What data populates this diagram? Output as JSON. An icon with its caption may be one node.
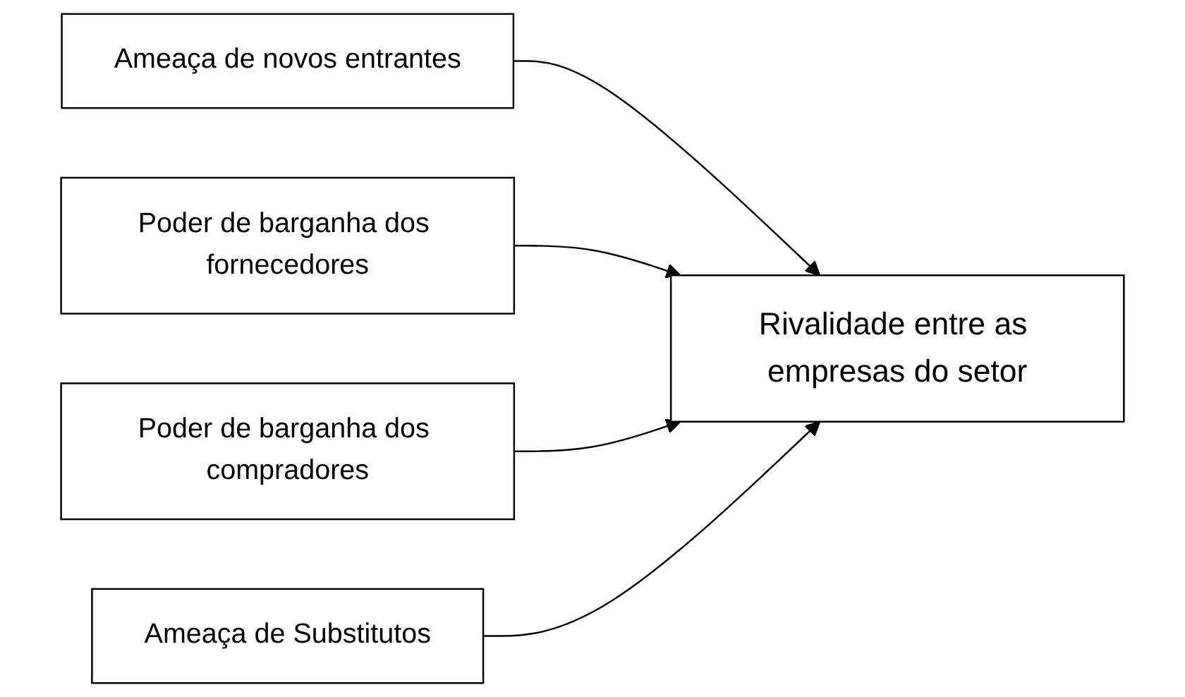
{
  "diagram": {
    "nodes": [
      {
        "text": [
          "Ameaça de novos entrantes"
        ]
      },
      {
        "text": [
          "Poder de barganha dos fornecedores"
        ]
      },
      {
        "text": [
          "Rivalidade entre as empresas do setor"
        ]
      },
      {
        "text": [
          "Poder de barganha dos compradores"
        ]
      },
      {
        "text": [
          "Ameaça de Substitutos"
        ]
      }
    ],
    "edges": [
      {
        "from": 0,
        "to": 2,
        "arrow": "to"
      },
      {
        "from": 1,
        "to": 2,
        "arrow": "to"
      },
      {
        "from": 3,
        "to": 2,
        "arrow": "to"
      },
      {
        "from": 4,
        "to": 2,
        "arrow": "to"
      }
    ]
  }
}
